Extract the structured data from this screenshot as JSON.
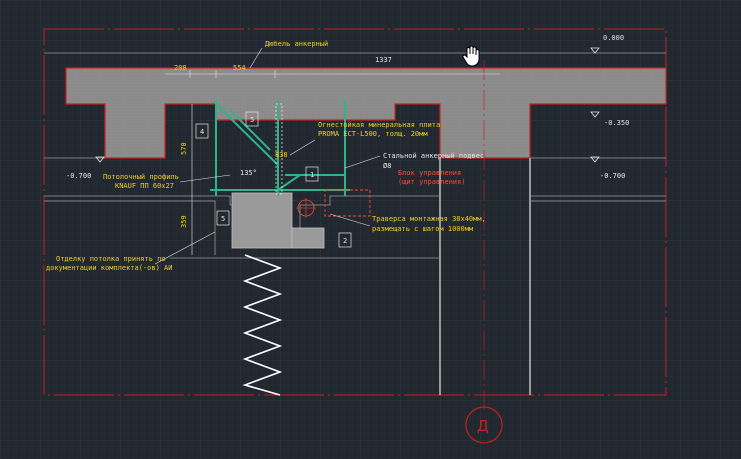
{
  "drawing": {
    "elevations": {
      "top": "0.000",
      "mid": "-0.350",
      "left": "-0.700",
      "right": "-0.700"
    },
    "dimensions": {
      "top_left": "208",
      "top_mid": "554",
      "top_span": "1337",
      "vertical_1": "570",
      "vertical_2": "359",
      "small": "838",
      "angle": "135°"
    },
    "callouts": {
      "c1": "1",
      "c2": "2",
      "c4": "4",
      "c5a": "5",
      "c5b": "5"
    },
    "annotations": {
      "anchor": "Дюбель анкерный",
      "plate_line1": "Огнестойкая минеральная плита",
      "plate_line2": "PROMA ECT-L500, толщ. 20мм",
      "steel_line1": "Стальной анкерный подвес",
      "steel_line2": "Ø8",
      "profile_line1": "Потолочный профиль",
      "profile_line2": "KNAUF ПП 60х27",
      "control_line1": "Блок управления",
      "control_line2": "(щит управления)",
      "traverse_line1": "Траверса монтажная 38х40мм,",
      "traverse_line2": "размещать с шагом 1000мм",
      "ceiling_line1": "Отделку потолка принять по",
      "ceiling_line2": "документации комплекта(-ов) АИ"
    },
    "axis_label": "Д"
  },
  "colors": {
    "background": "#212830",
    "slab_fill": "#8d8d8d",
    "red": "#e02020",
    "yellow": "#f0d020",
    "green": "#2fb38a",
    "white": "#e6e6e6"
  }
}
